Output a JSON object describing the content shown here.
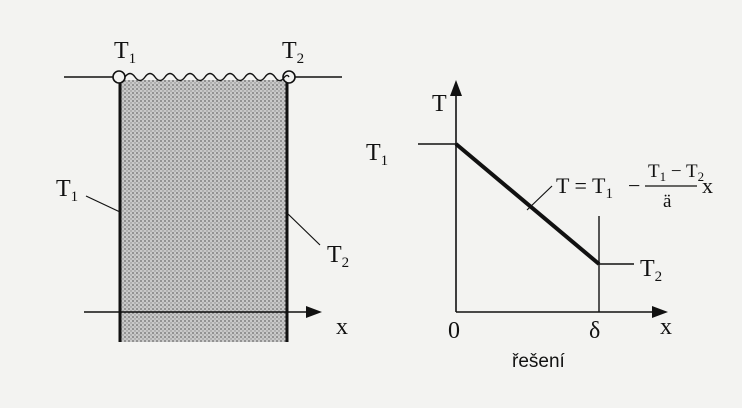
{
  "left_diagram": {
    "top_label_1": "T",
    "top_label_1_sub": "1",
    "top_label_2": "T",
    "top_label_2_sub": "2",
    "side_label_1": "T",
    "side_label_1_sub": "1",
    "side_label_2": "T",
    "side_label_2_sub": "2",
    "x_axis_label": "x"
  },
  "right_graph": {
    "y_axis_label": "T",
    "y_tick": "T",
    "y_tick_sub": "1",
    "end_label": "T",
    "end_label_sub": "2",
    "origin_label": "0",
    "delta_label": "δ",
    "x_axis_label": "x",
    "caption": "řešení",
    "formula_lhs": "T = T",
    "formula_lhs_sub": "1",
    "formula_minus": "−",
    "formula_numerator": "T",
    "formula_numerator_sub1": "1",
    "formula_numerator_mid": " − T",
    "formula_numerator_sub2": "2",
    "formula_denominator": "ä",
    "formula_var": "x"
  }
}
